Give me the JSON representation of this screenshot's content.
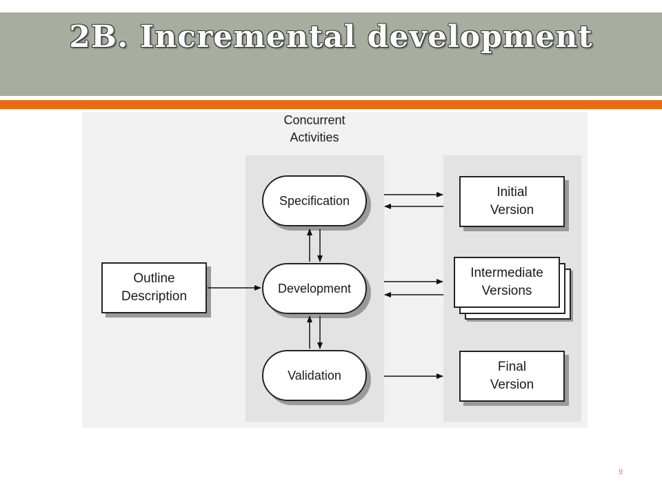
{
  "slide": {
    "title": "2B. Incremental development",
    "page_number": "9"
  },
  "diagram": {
    "caption_line1": "Concurrent",
    "caption_line2": "Activities",
    "outline_line1": "Outline",
    "outline_line2": "Description",
    "activities": {
      "specification": "Specification",
      "development": "Development",
      "validation": "Validation"
    },
    "versions": {
      "initial_line1": "Initial",
      "initial_line2": "Version",
      "intermediate_line1": "Intermediate",
      "intermediate_line2": "Versions",
      "final_line1": "Final",
      "final_line2": "Version"
    }
  }
}
